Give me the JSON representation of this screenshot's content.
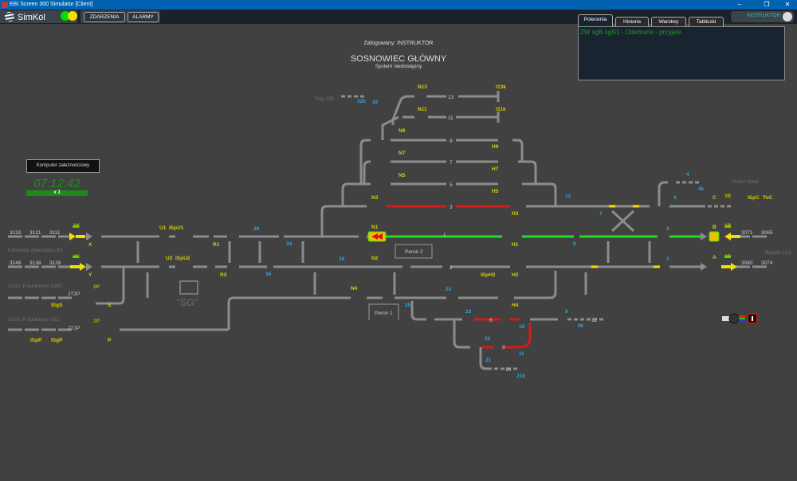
{
  "window": {
    "title": "EBI Screen 300 Simulator [Client]",
    "minimize": "–",
    "restore": "❐",
    "close": "✕"
  },
  "toolbar": {
    "logo_text": "SimKol",
    "status_lights": [
      "#00e000",
      "#f0e000"
    ],
    "events_label": "ZDARZENIA",
    "alarms_label": "ALARMY"
  },
  "tabs": [
    {
      "label": "Polecenia",
      "active": true
    },
    {
      "label": "Historia"
    },
    {
      "label": "Warstwy"
    },
    {
      "label": "Tabliczki"
    }
  ],
  "commands": {
    "lines": [
      "ZW sgB sgN1 - Odebrane - przyjęte"
    ]
  },
  "user": {
    "name": "INSTRUKTOR"
  },
  "header": {
    "logged_in": "Zalogowany: INSTRUKTOR",
    "station": "SOSNOWIEC GŁÓWNY",
    "system_status": "System niedostępny"
  },
  "interlocking": {
    "label": "Komputer zależnościowy",
    "clock": "07:12:42",
    "speed": "x 1"
  },
  "colors": {
    "track": "#8c8c8c",
    "occupied": "#d41c1c",
    "route": "#1fe01f",
    "signal_label": "#d8d000",
    "point_label": "#2aa6df",
    "background": "#414141"
  },
  "directions": {
    "ise": "Tory ISE",
    "tesko": "Tesko Steel",
    "katowice": "Katowice Zawodzie LK1",
    "bedzin": "Będzin LK1",
    "l660": "Sosn. Południowy L660",
    "l62": "Sosn. Południowy L62"
  },
  "platforms": {
    "p1": "Peron 1",
    "p2": "Peron 2"
  },
  "sg_label": "\"SG\"",
  "tracks": {
    "t1": "1",
    "t2": "2",
    "t3": "3",
    "t5": "5",
    "t6": "6",
    "t7": "7",
    "t8": "8",
    "t9": "9",
    "t10": "10",
    "t11": "11",
    "t12": "12",
    "t13": "13"
  },
  "signals": [
    "N1",
    "N2",
    "N3",
    "N4",
    "N5",
    "N7",
    "N9",
    "N11",
    "N13",
    "H1",
    "H2",
    "H3",
    "H4",
    "H5",
    "H7",
    "H9",
    "U1",
    "U2",
    "R1",
    "R2",
    "A",
    "B",
    "C",
    "X",
    "Y",
    "S",
    "P",
    "t13k",
    "t11k",
    "ISpU1",
    "ISpU2",
    "ISpH2",
    "ISpC",
    "ToC",
    "ISgS",
    "ISgP",
    "ISpP",
    "1K",
    "2K",
    "1P",
    "2P",
    "1B",
    "2B",
    "3B"
  ],
  "blocks": [
    "3133",
    "3121",
    "3111",
    "3148",
    "3138",
    "3128",
    "3071",
    "3065",
    "3080",
    "3074",
    "JT2P",
    "JT1P"
  ],
  "points": [
    "32k",
    "32",
    "4",
    "4k",
    "12",
    "7",
    "8",
    "2",
    "3",
    "1",
    "34",
    "36",
    "38",
    "39",
    "9",
    "9k",
    "10",
    "11",
    "21",
    "21k",
    "22",
    "23",
    "24",
    "25"
  ]
}
